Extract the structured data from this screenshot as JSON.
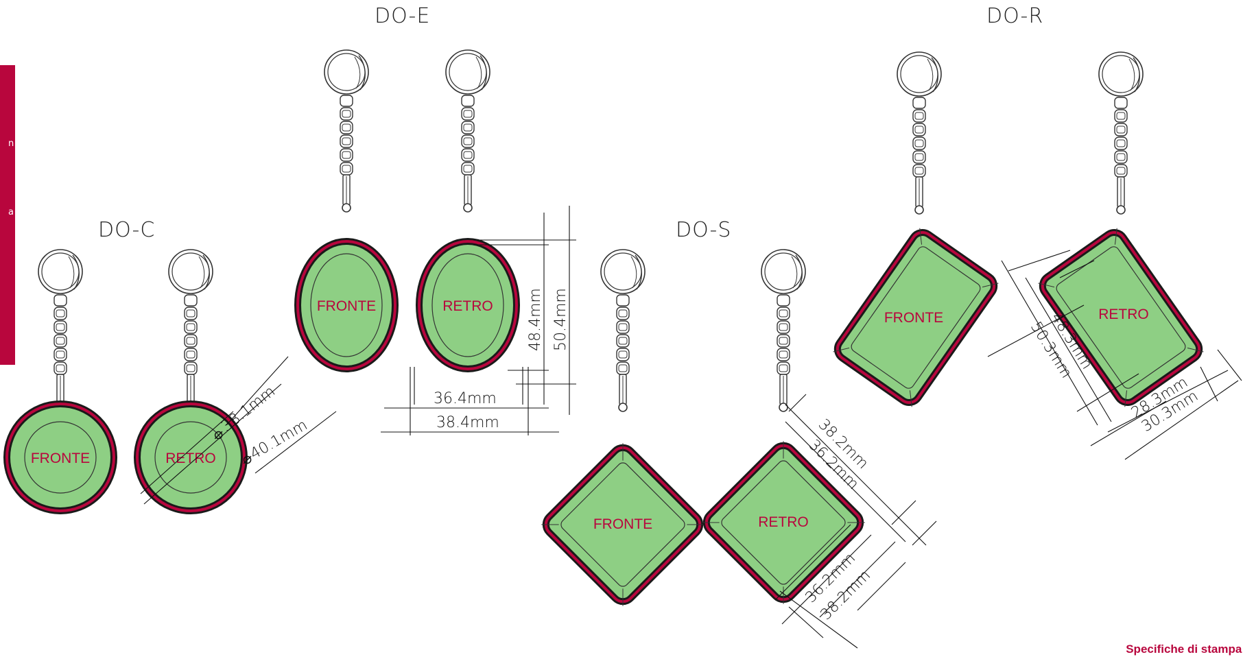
{
  "sidebar": {
    "fragment_1": "n",
    "fragment_2": "a"
  },
  "models": {
    "do_c": {
      "title": "DO-C",
      "front": "FRONTE",
      "back": "RETRO",
      "dim_inner": "38.1mm",
      "dim_outer": "40.1mm"
    },
    "do_e": {
      "title": "DO-E",
      "front": "FRONTE",
      "back": "RETRO",
      "dim_h_inner": "48.4mm",
      "dim_h_outer": "50.4mm",
      "dim_w_inner": "36.4mm",
      "dim_w_outer": "38.4mm"
    },
    "do_s": {
      "title": "DO-S",
      "front": "FRONTE",
      "back": "RETRO",
      "dim_a_outer": "38.2mm",
      "dim_a_inner": "36.2mm",
      "dim_b_inner": "36.2mm",
      "dim_b_outer": "38.2mm"
    },
    "do_r": {
      "title": "DO-R",
      "front": "FRONTE",
      "back": "RETRO",
      "dim_h_inner": "48.3mm",
      "dim_h_outer": "50.3mm",
      "dim_w_inner": "28.3mm",
      "dim_w_outer": "30.3mm"
    }
  },
  "colors": {
    "accent": "#b8063d",
    "fill": "#8ecf84",
    "outline": "#1a1a1a"
  },
  "footer": {
    "print_specs": "Specifiche di stampa:"
  }
}
